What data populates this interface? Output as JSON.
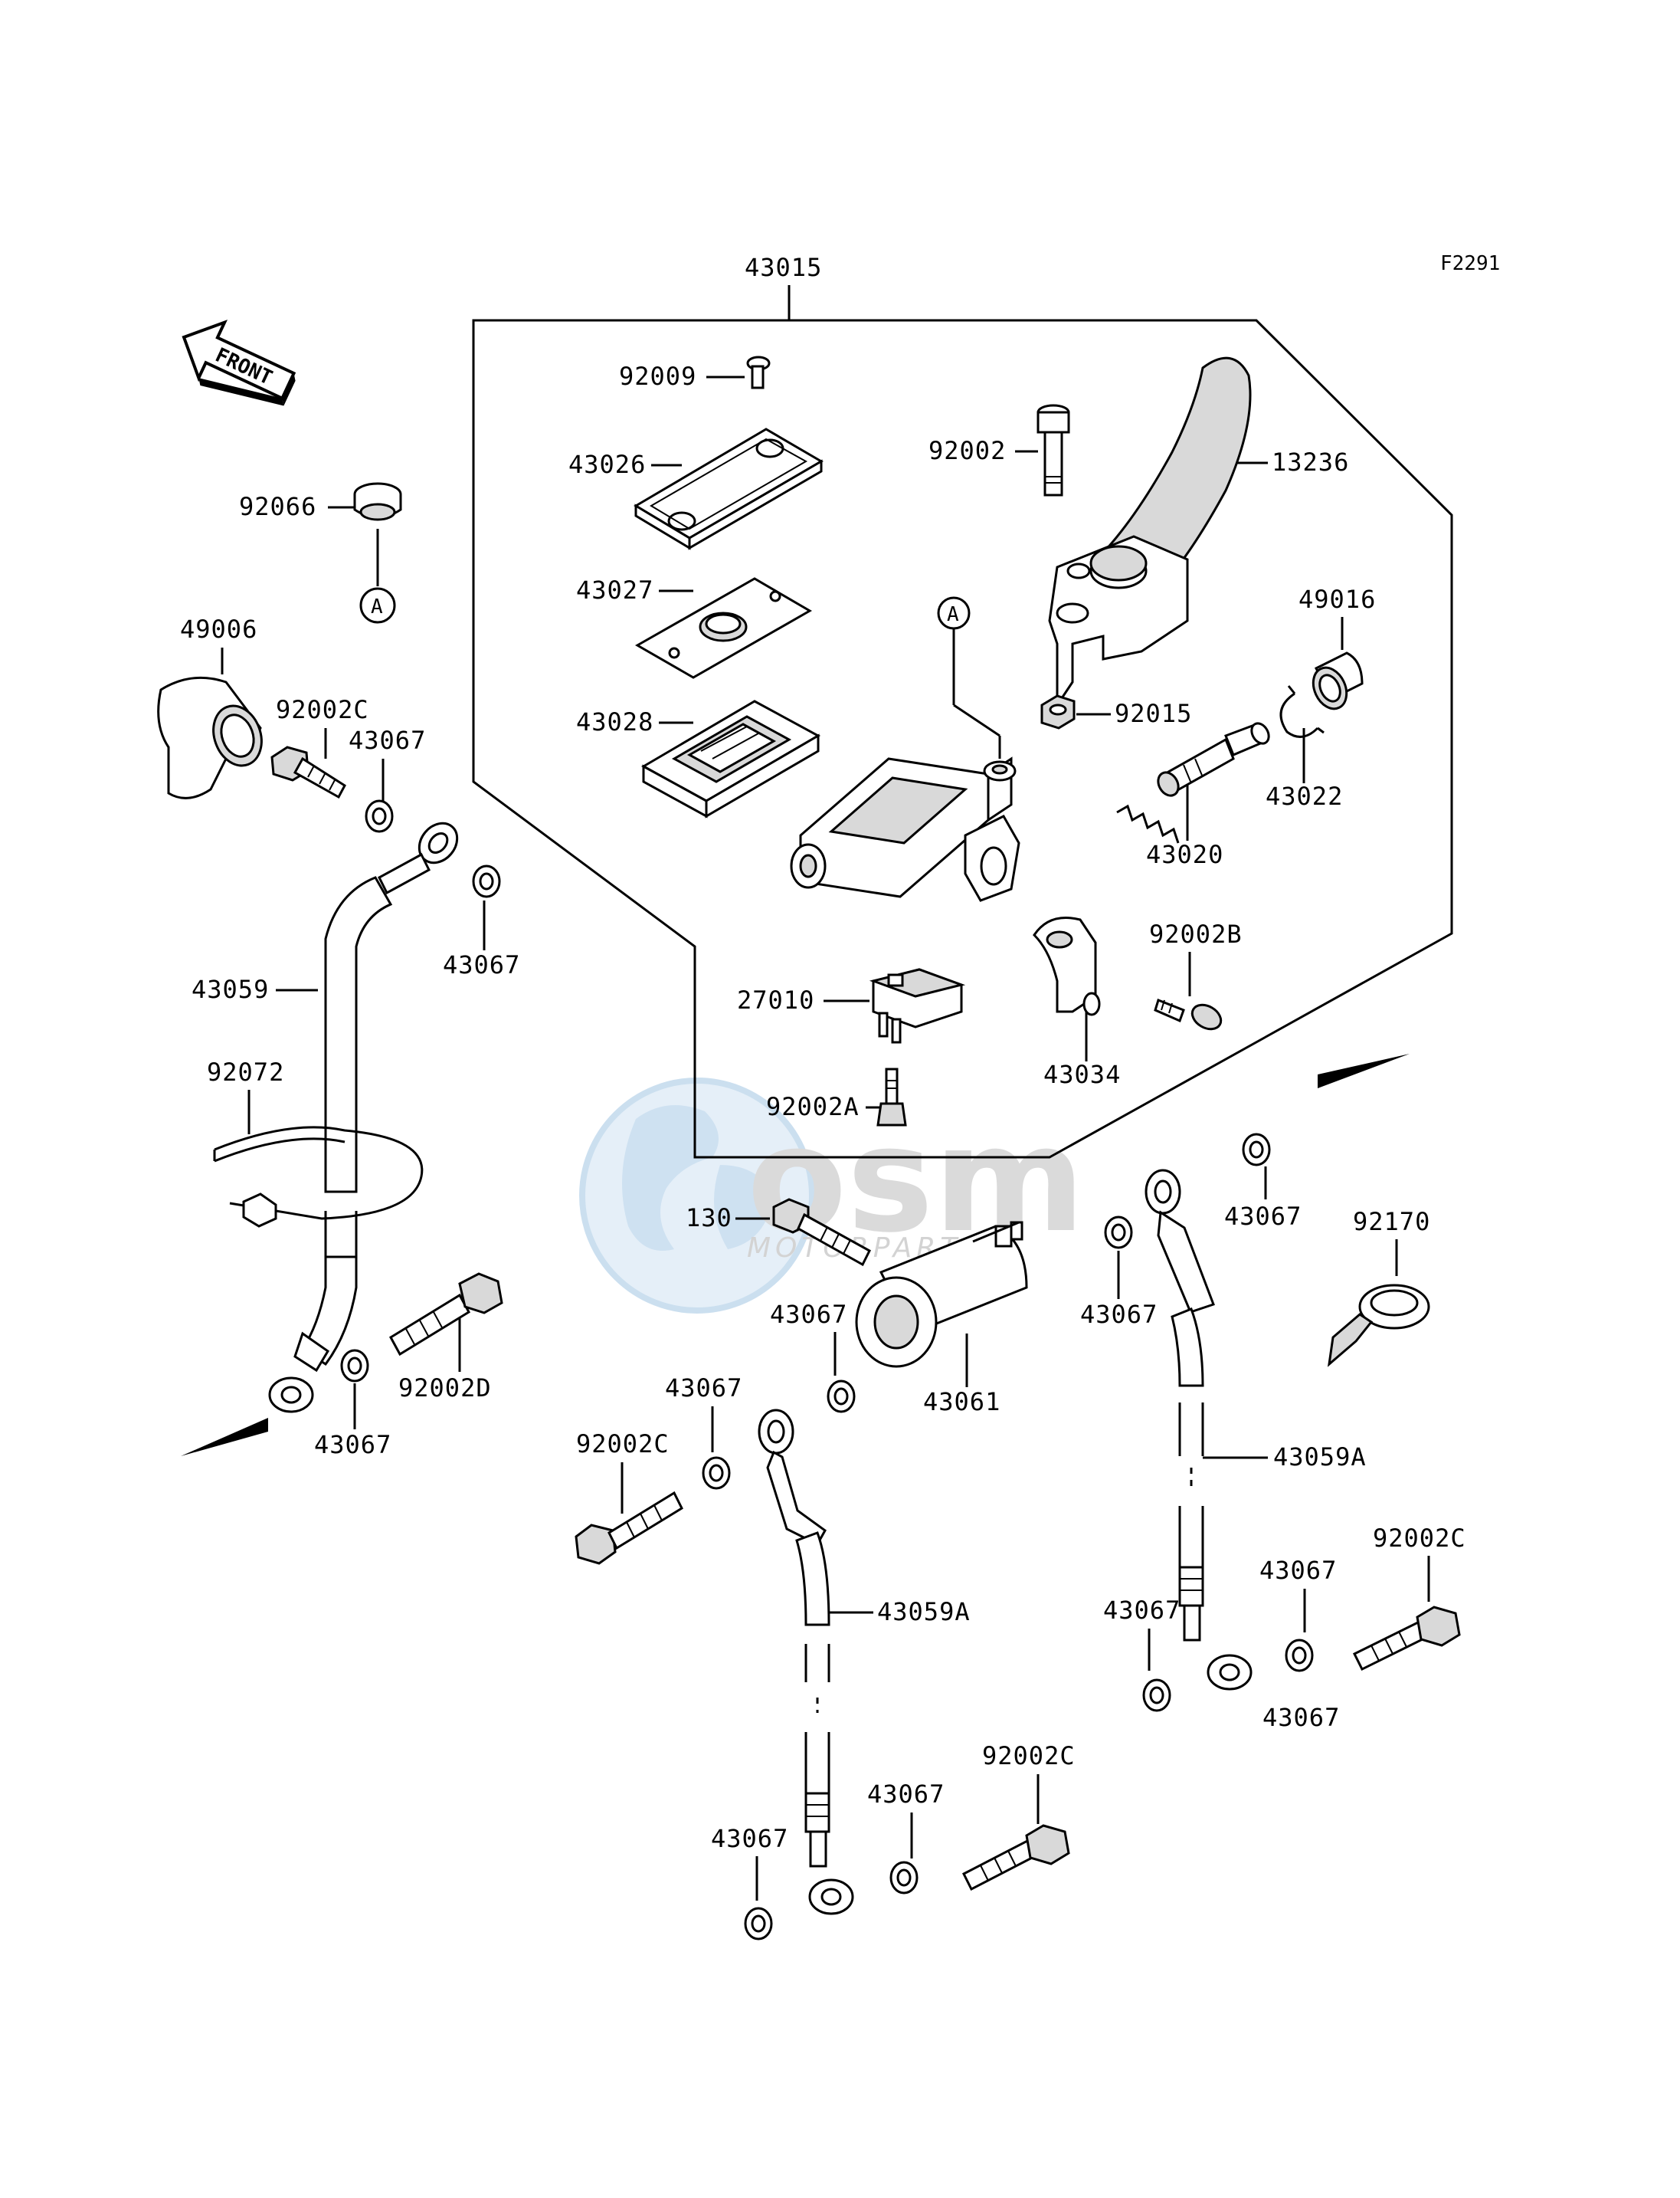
{
  "figure_code": "F2291",
  "front_label": "FRONT",
  "ref_marker": "A",
  "watermark": {
    "brand": "osm",
    "sub": "MOTORPARTS",
    "colors": {
      "globe": "#cfe3f3",
      "letters": "#d8d8d8"
    }
  },
  "labels": {
    "p43015": "43015",
    "p92009": "92009",
    "p43026": "43026",
    "p43027": "43027",
    "p43028": "43028",
    "p92002": "92002",
    "p13236": "13236",
    "p49016": "49016",
    "p92015": "92015",
    "p43022": "43022",
    "p43020": "43020",
    "p92002B": "92002B",
    "p27010": "27010",
    "p43034": "43034",
    "p92002A": "92002A",
    "p92066": "92066",
    "p49006": "49006",
    "p92002C_a": "92002C",
    "p43067_a": "43067",
    "p43067_b": "43067",
    "p43059": "43059",
    "p92072": "92072",
    "p92002D": "92002D",
    "p43067_c": "43067",
    "p130": "130",
    "p43067_d": "43067",
    "p43061": "43061",
    "p43067_e": "43067",
    "p43067_f": "43067",
    "p92002C_b": "92002C",
    "p43059A_a": "43059A",
    "p43067_g": "43067",
    "p43067_h": "43067",
    "p43067_i": "43067",
    "p92002C_c": "92002C",
    "p43067_j": "43067",
    "p43067_k": "43067",
    "p92002C_d": "92002C",
    "p92170": "92170",
    "p43067_l": "43067",
    "p43059A_b": "43059A",
    "p43067_m": "43067"
  }
}
